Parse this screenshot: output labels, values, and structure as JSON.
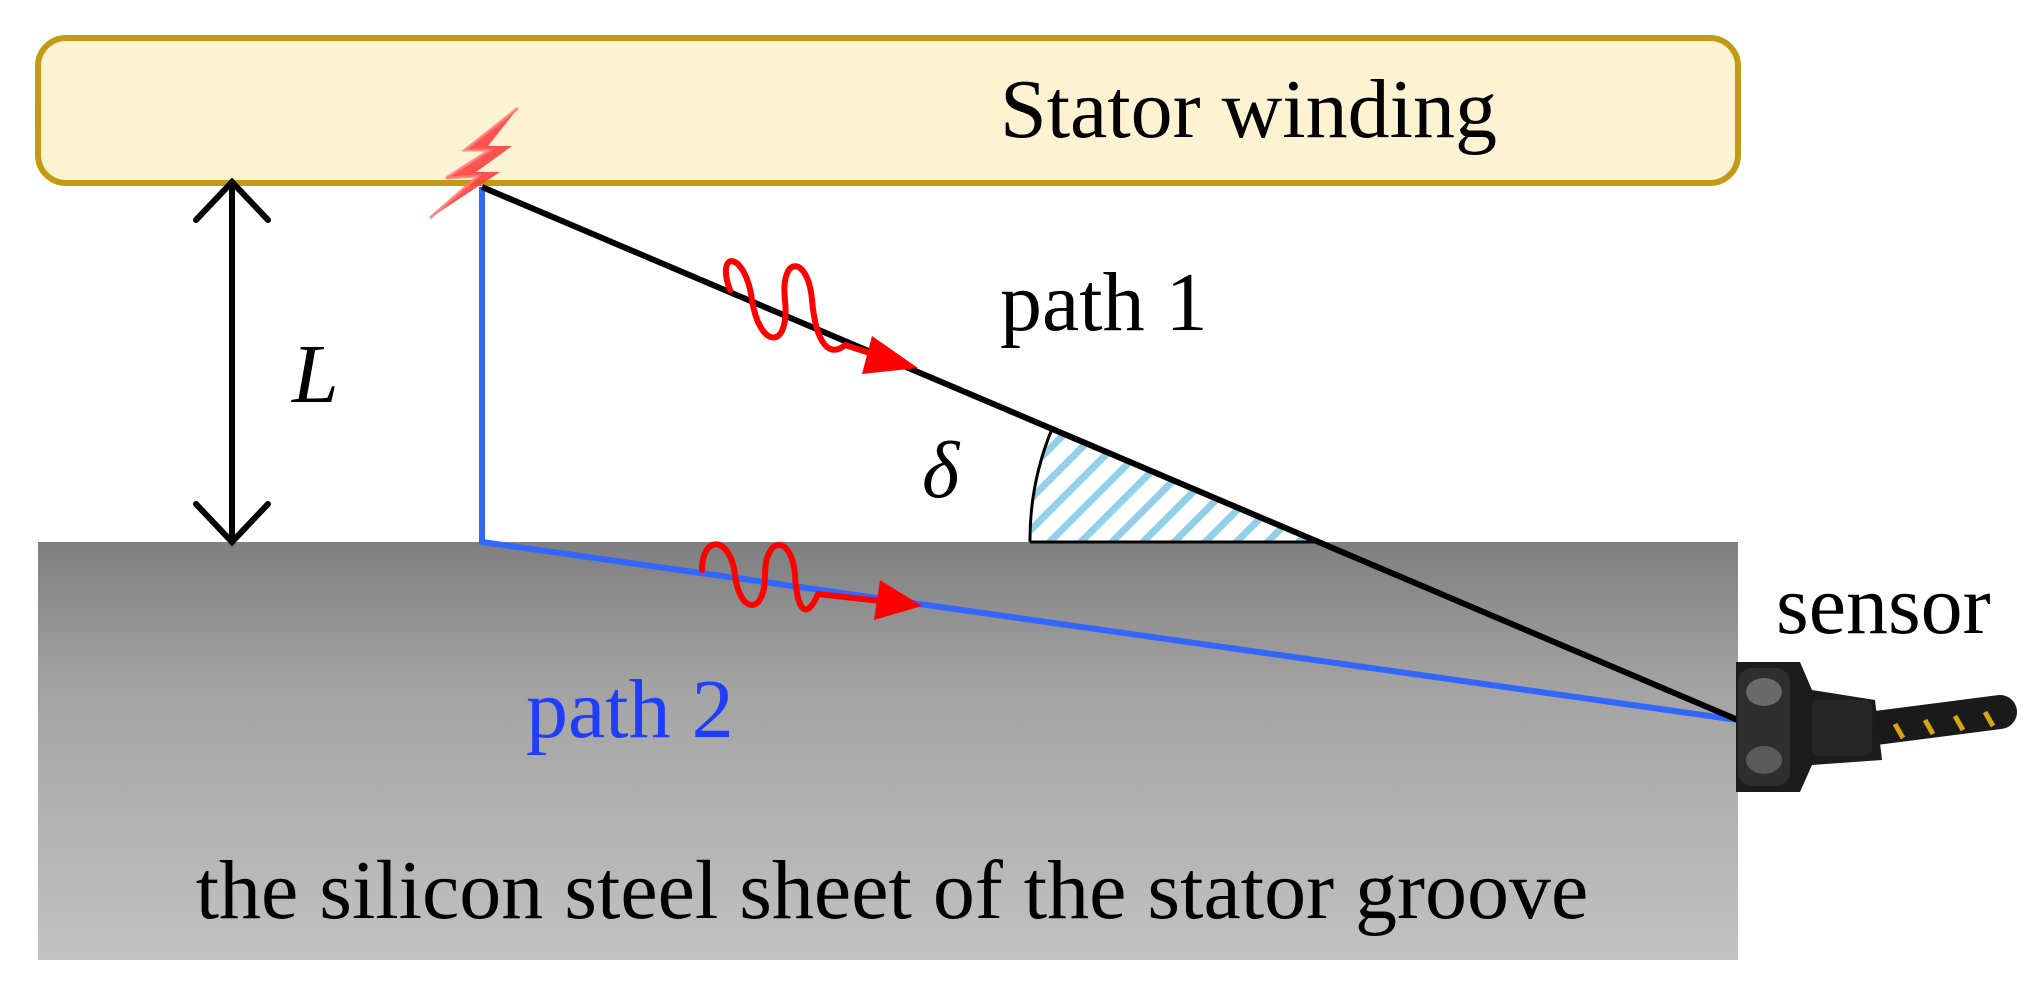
{
  "labels": {
    "stator_winding": "Stator winding",
    "path1": "path 1",
    "path2": "path 2",
    "distance": "L",
    "angle": "δ",
    "sensor": "sensor",
    "steel_sheet": "the silicon steel sheet of the stator groove"
  },
  "colors": {
    "winding_fill": "#fdf3d2",
    "winding_border": "#c49a12",
    "path1_line": "#000000",
    "path2_line": "#3366ff",
    "path2_label": "#1f3cff",
    "wave": "#ff0000",
    "angle_hatch": "#7fc8e6"
  },
  "icons": {
    "discharge": "lightning-bolt-icon",
    "sensor": "acoustic-sensor-icon"
  }
}
